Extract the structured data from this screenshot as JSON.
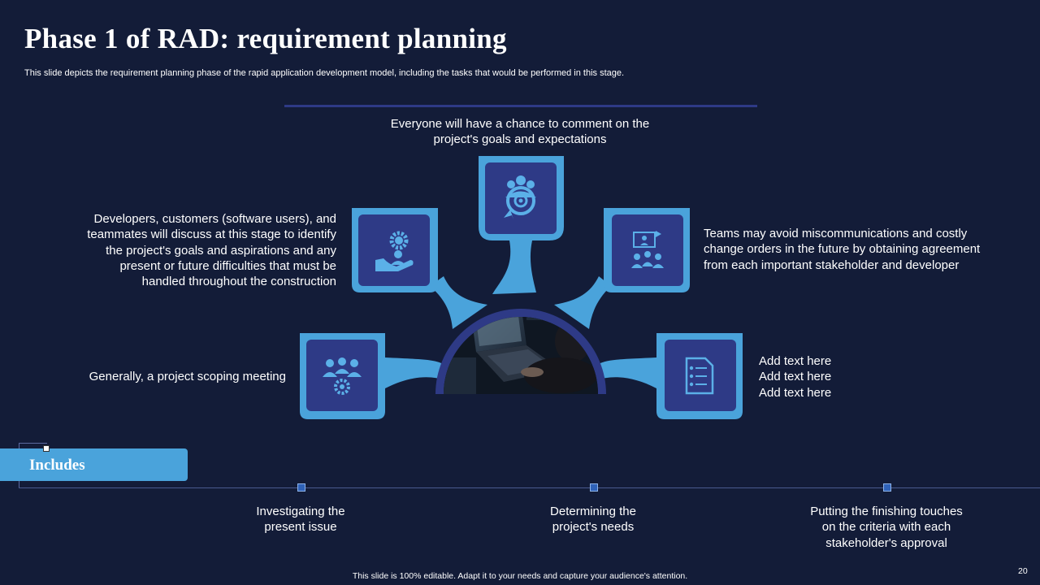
{
  "slide": {
    "title": "Phase 1 of RAD: requirement planning",
    "subtitle": "This slide depicts the requirement planning phase of the rapid application development model, including the tasks that would be performed in this stage.",
    "footer": "This slide is 100% editable.  Adapt it to your needs and capture your audience's attention.",
    "page_number": "20"
  },
  "diagram": {
    "top_text_1": "Everyone  will have  a chance to comment on the",
    "top_text_2": "project's goals and expectations",
    "left_text_1": "Developers, customers  (software users), and",
    "left_text_2": "teammates will discuss at this stage to identify",
    "left_text_3": "the project's goals and aspirations and any",
    "left_text_4": "present  or future  difficulties that must be",
    "left_text_5": "handled throughout  the construction",
    "right_text_1": "Teams may avoid miscommunications and costly",
    "right_text_2": "change orders in the future  by obtaining agreement",
    "right_text_3": "from each important stakeholder and developer",
    "generally_text": "Generally,  a project scoping meeting",
    "add_text_1": "Add text here",
    "add_text_2": "Add text here",
    "add_text_3": "Add text here",
    "icons": [
      "team-target-icon",
      "hand-gear-person-icon",
      "presentation-team-icon",
      "team-gear-icon",
      "checklist-document-icon"
    ],
    "center_image": "developer-laptop-photo"
  },
  "includes": {
    "label": "Includes",
    "items": [
      {
        "label_1": "Investigating  the",
        "label_2": "present issue"
      },
      {
        "label_1": "Determining the",
        "label_2": "project's needs"
      },
      {
        "label_1": "Putting the finishing touches",
        "label_2": "on the criteria with each",
        "label_3": "stakeholder's approval"
      }
    ]
  },
  "colors": {
    "background": "#131c38",
    "accent_light": "#4aa3db",
    "accent_dark": "#2e3a86",
    "icon_fill": "#5bb0e8"
  }
}
